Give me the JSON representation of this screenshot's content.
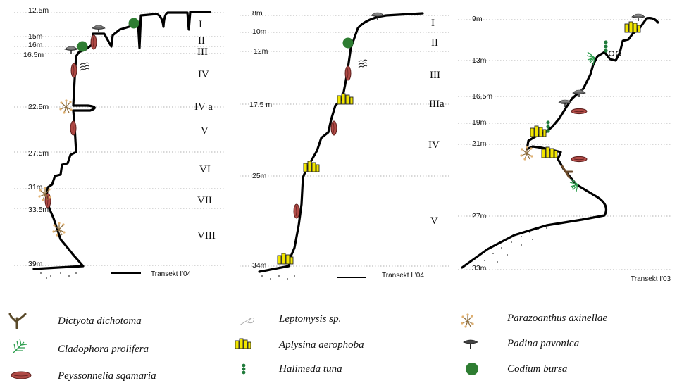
{
  "panels": [
    {
      "id": "transect-I-04",
      "scale_label": "Transekt I'04",
      "depths": [
        "12.5m",
        "15m",
        "16m",
        "16.5m",
        "22.5m",
        "27.5m",
        "31m",
        "33.5m",
        "39m"
      ],
      "zones": [
        "I",
        "II",
        "III",
        "IV",
        "IV a",
        "V",
        "VI",
        "VII",
        "VIII"
      ]
    },
    {
      "id": "transect-II-04",
      "scale_label": "Transekt II'04",
      "depths": [
        "8m",
        "10m",
        "12m",
        "17.5 m",
        "25m",
        "34m"
      ],
      "zones": [
        "I",
        "II",
        "III",
        "IIIa",
        "IV",
        "V"
      ]
    },
    {
      "id": "transect-I-03",
      "scale_label": "Transekt I'03",
      "depths": [
        "9m",
        "13m",
        "16,5m",
        "19m",
        "21m",
        "27m",
        "33m"
      ],
      "zones": []
    }
  ],
  "legend": [
    {
      "name": "Dictyota dichotoma",
      "icon": "dictyota-icon",
      "color": "#5a4a2a"
    },
    {
      "name": "Cladophora prolifera",
      "icon": "cladophora-icon",
      "color": "#2e9e4f"
    },
    {
      "name": "Peyssonnelia sqamaria",
      "icon": "peyssonnelia-icon",
      "color": "#a0413e"
    },
    {
      "name": "Leptomysis sp.",
      "icon": "leptomysis-icon",
      "color": "#9a9a9a"
    },
    {
      "name": "Aplysina aerophoba",
      "icon": "aplysina-icon",
      "color": "#f2e600"
    },
    {
      "name": "Halimeda tuna",
      "icon": "halimeda-icon",
      "color": "#1f7a3a"
    },
    {
      "name": "Parazoanthus axinellae",
      "icon": "parazoanthus-icon",
      "color": "#c49a5a"
    },
    {
      "name": "Padina pavonica",
      "icon": "padina-icon",
      "color": "#555555"
    },
    {
      "name": "Codium bursa",
      "icon": "codium-icon",
      "color": "#2e7d32"
    }
  ]
}
